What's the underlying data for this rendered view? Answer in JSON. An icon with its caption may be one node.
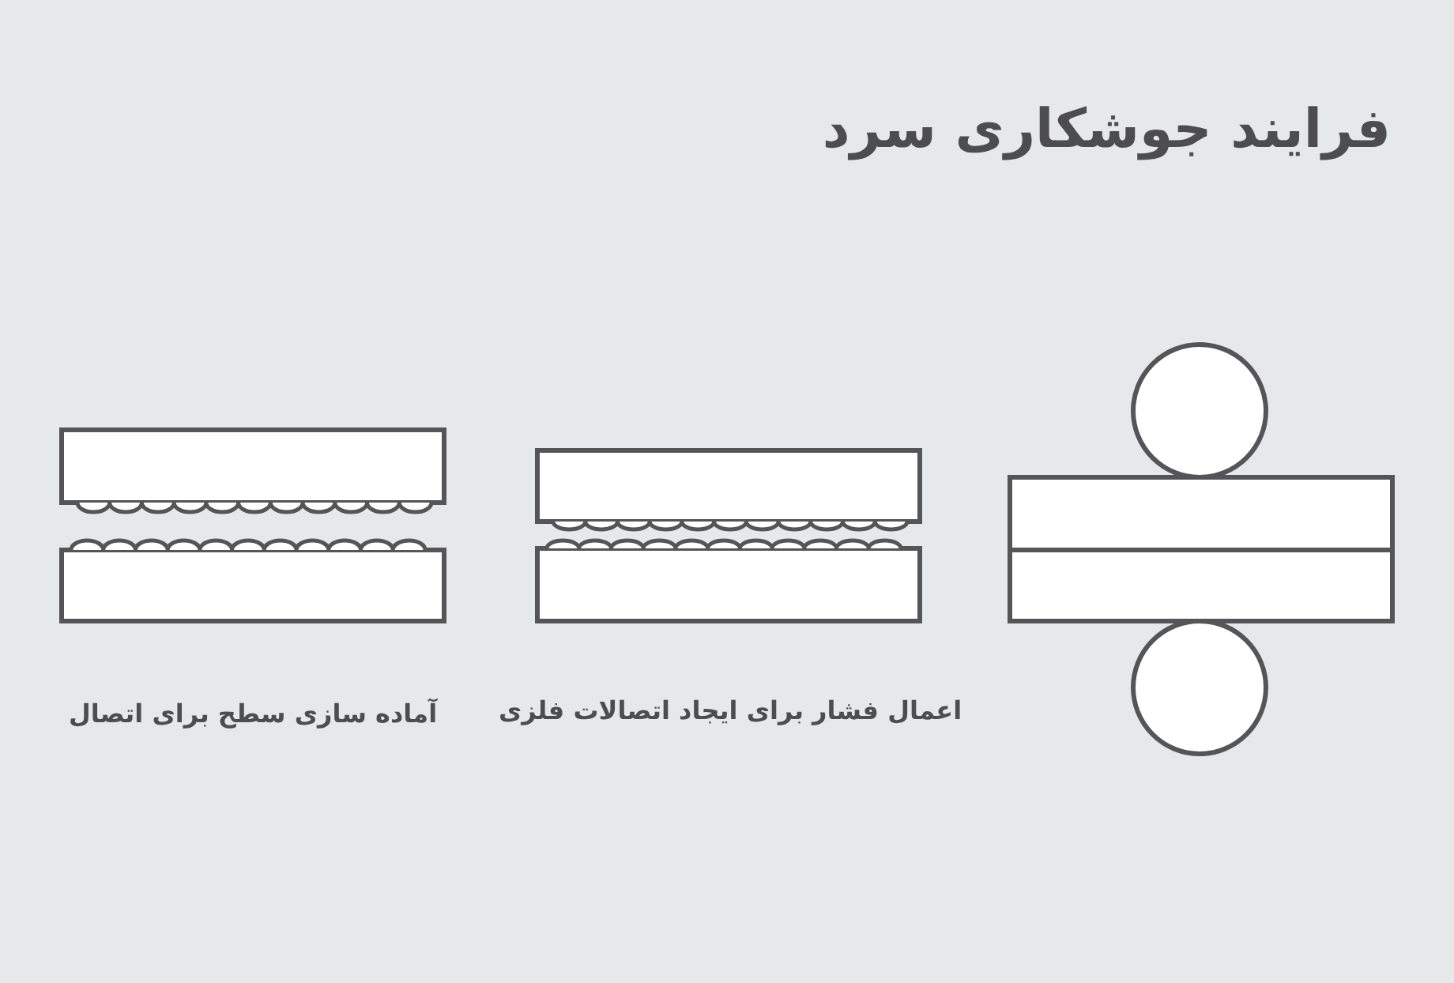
{
  "diagram": {
    "title": "فرایند جوشکاری سرد",
    "labels": [
      "اعمال فشار برای ایجاد اتصالات فلزی",
      "آماده سازی سطح برای اتصال"
    ]
  }
}
